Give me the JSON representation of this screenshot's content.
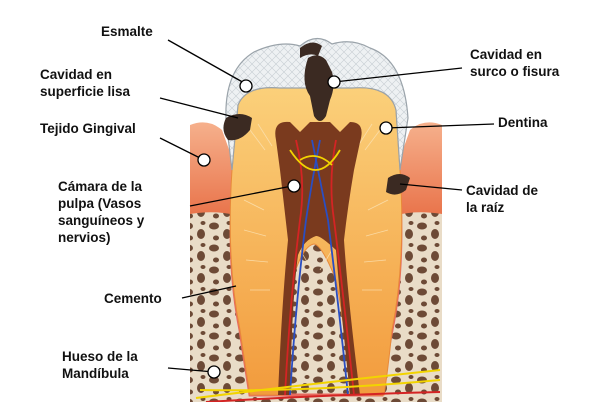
{
  "labels": {
    "enamel": "Esmalte",
    "smooth_cavity": "Cavidad en\nsuperficie lisa",
    "gum": "Tejido Gingival",
    "pulp": "Cámara de la\npulpa (Vasos\nsanguíneos y\nnervios)",
    "cementum": "Cemento",
    "jaw_bone": "Hueso de la\nMandíbula",
    "fissure_cavity": "Cavidad en\nsurco o fisura",
    "dentin": "Dentina",
    "root_cavity": "Cavidad de\nla raíz"
  },
  "colors": {
    "enamel": "#e8ecef",
    "dentin": "#f4a94a",
    "pulp": "#7a3a1e",
    "gum": "#f08a5f",
    "bone": "#e9dcc7",
    "bone_holes": "#6d4a36",
    "cementum": "#e76a5f",
    "decay": "#3b2a22",
    "nerve": "#f2d400",
    "vessel_red": "#d42424",
    "vessel_blue": "#2a4ec2"
  }
}
